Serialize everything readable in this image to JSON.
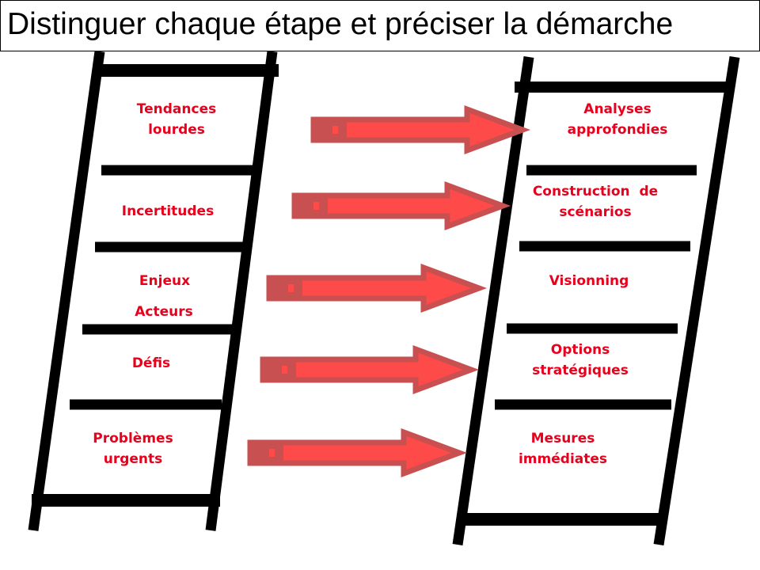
{
  "title": "Distinguer chaque étape et préciser la démarche",
  "left_steps": [
    "Tendances\nlourdes",
    "Incertitudes",
    "Enjeux",
    "Acteurs",
    "Défis",
    "Problèmes\nurgents"
  ],
  "right_steps": [
    "Analyses\napprofondies",
    "Construction  de\nscénarios",
    "Visionning",
    "Options\nstratégiques",
    "Mesures\nimmédiates"
  ],
  "colors": {
    "text": "#e8001c",
    "arrow_fill": "#ff4a4a",
    "arrow_border": "#c85050",
    "ladder": "#000000"
  }
}
